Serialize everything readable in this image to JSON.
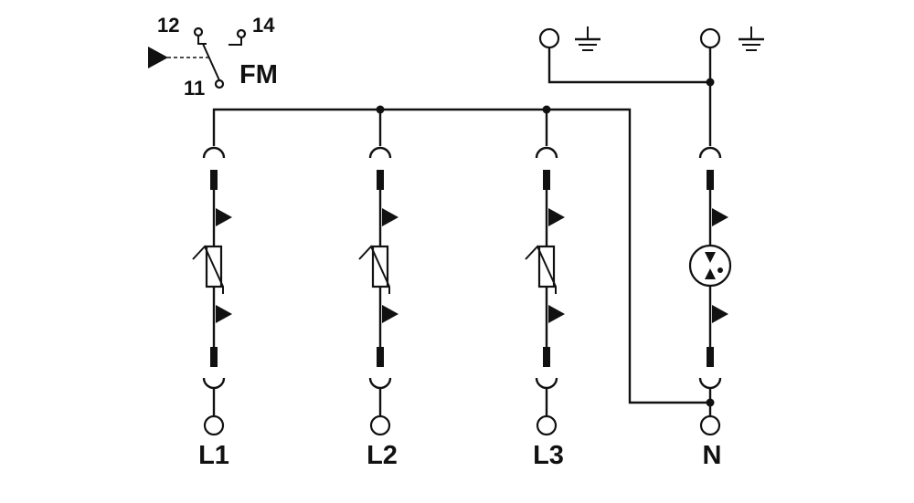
{
  "contact": {
    "label_12": "12",
    "label_14": "14",
    "label_11": "11",
    "label_fm": "FM"
  },
  "terminals": {
    "l1": "L1",
    "l2": "L2",
    "l3": "L3",
    "n": "N"
  },
  "icons": {
    "earth_1": "ground-icon",
    "earth_2": "ground-icon"
  }
}
